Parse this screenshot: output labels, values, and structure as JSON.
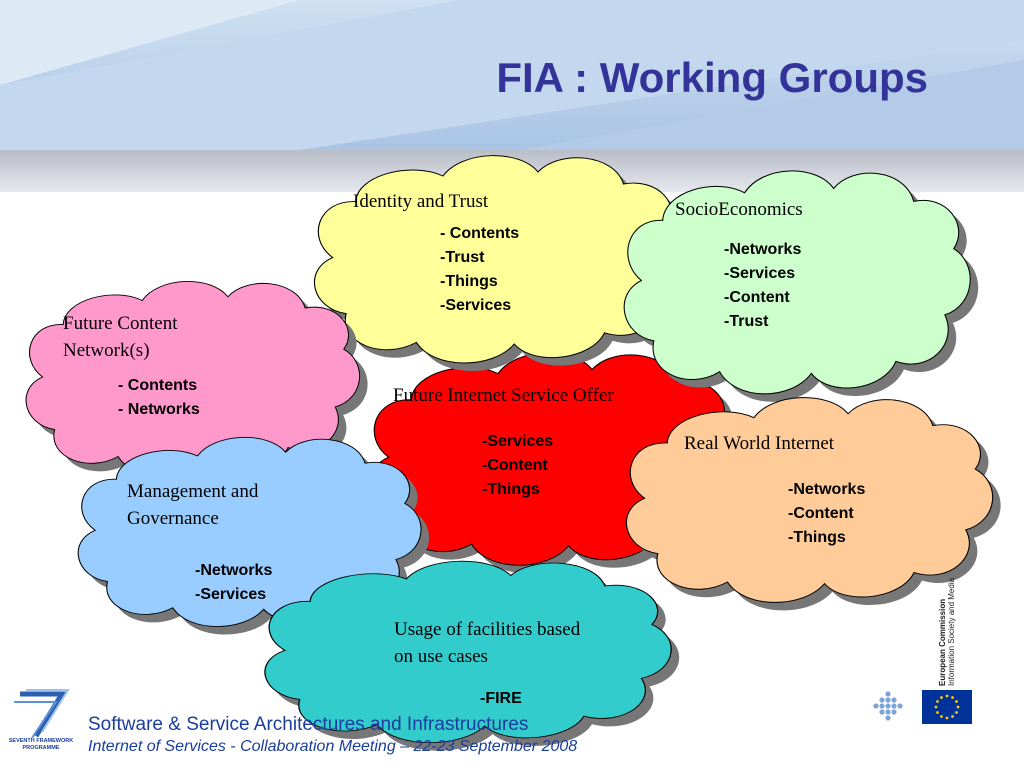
{
  "title": "FIA : Working Groups",
  "clouds": [
    {
      "id": "identity-and-trust",
      "title": "Identity and Trust",
      "items": [
        "- Contents",
        "-Trust",
        "-Things",
        "-Services"
      ],
      "color": "#ffff99"
    },
    {
      "id": "socioeconomics",
      "title": "SocioEconomics",
      "items": [
        "-Networks",
        "-Services",
        "-Content",
        "-Trust"
      ],
      "color": "#ccffcc"
    },
    {
      "id": "future-content-networks",
      "title": "Future Content Network(s)",
      "items": [
        "- Contents",
        "- Networks"
      ],
      "color": "#ff99cc"
    },
    {
      "id": "future-internet-service-offer",
      "title": "Future Internet Service Offer",
      "items": [
        "-Services",
        "-Content",
        "-Things"
      ],
      "color": "#ff0000"
    },
    {
      "id": "real-world-internet",
      "title": "Real World Internet",
      "items": [
        "-Networks",
        "-Content",
        "-Things"
      ],
      "color": "#ffcc99"
    },
    {
      "id": "management-and-governance",
      "title": "Management and Governance",
      "items": [
        "-Networks",
        "-Services"
      ],
      "color": "#99ccff"
    },
    {
      "id": "usage-of-facilities",
      "title": "Usage of facilities based on use cases",
      "items": [
        "-FIRE"
      ],
      "color": "#33cccc"
    }
  ],
  "footer": {
    "line1": "Software & Service Architectures and Infrastructures",
    "line2": "Internet of Services - Collaboration Meeting – 22-23 September 2008"
  },
  "logos": {
    "fp7_text": "SEVENTH FRAMEWORK PROGRAMME",
    "ec_line1": "European Commission",
    "ec_line2": "Information Society and Media"
  }
}
